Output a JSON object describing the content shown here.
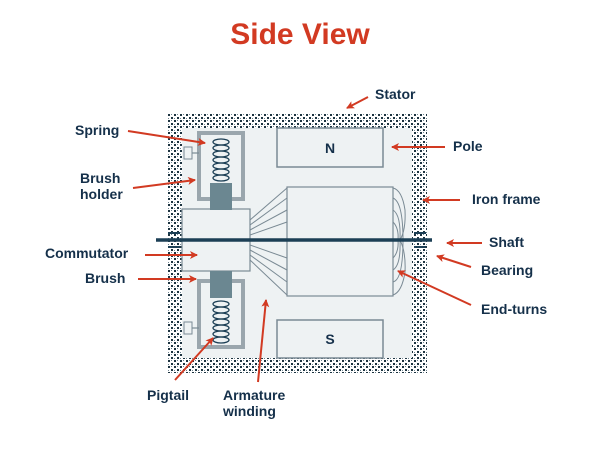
{
  "title": "Side View",
  "colors": {
    "title": "#d23a22",
    "label": "#15304a",
    "arrow": "#d23a22",
    "outline": "#7a8a94",
    "fill": "#eef2f3",
    "brush": "#6b8791",
    "shaft": "#1c3f55"
  },
  "poles": {
    "north": "N",
    "south": "S"
  },
  "labels": {
    "stator": "Stator",
    "spring": "Spring",
    "brush_holder_1": "Brush",
    "brush_holder_2": "holder",
    "commutator": "Commutator",
    "brush": "Brush",
    "pigtail": "Pigtail",
    "armature_1": "Armature",
    "armature_2": "winding",
    "pole": "Pole",
    "iron_frame": "Iron frame",
    "shaft": "Shaft",
    "bearing": "Bearing",
    "end_turns": "End-turns"
  }
}
